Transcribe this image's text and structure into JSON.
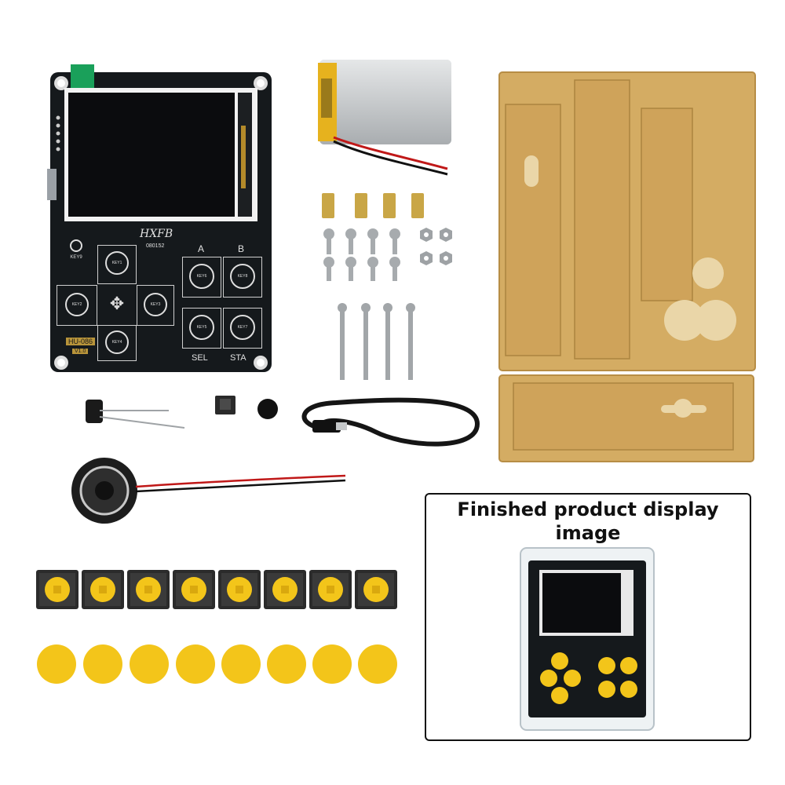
{
  "board": {
    "brand": "HXFB",
    "code": "080152",
    "model": "HU-086",
    "version": "V1.0",
    "label_a": "A",
    "label_b": "B",
    "label_sel": "SEL",
    "label_sta": "STA",
    "keys": [
      "KEY1",
      "KEY2",
      "KEY3",
      "KEY4",
      "KEY5",
      "KEY6",
      "KEY7",
      "KEY8",
      "KEY9"
    ]
  },
  "caption": {
    "title_line1": "Finished product display",
    "title_line2": "image"
  },
  "colors": {
    "pcb": "#15191c",
    "acrylic": "#d4ac63",
    "button_yellow": "#f3c51a",
    "battery": "#c9ccce"
  },
  "counts": {
    "standoffs": 4,
    "screws": 8,
    "nuts": 4,
    "long_bolts": 4,
    "tact_switches": 8,
    "button_caps": 8
  }
}
